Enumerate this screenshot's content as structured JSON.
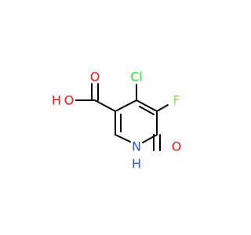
{
  "molecule": {
    "atoms": {
      "oh_h": "H",
      "oh_o": "O",
      "carbonyl_o": "O",
      "chlorine": "Cl",
      "fluorine": "F",
      "ring_nitrogen": "N",
      "nh_h": "H",
      "oxo_o": "O"
    }
  },
  "colors": {
    "background": "#ffffff",
    "bond": "#000000",
    "oxygen": "#ff0d0d",
    "chlorine": "#1ff01f",
    "fluorine": "#90e050",
    "nitrogen": "#3050f8"
  }
}
